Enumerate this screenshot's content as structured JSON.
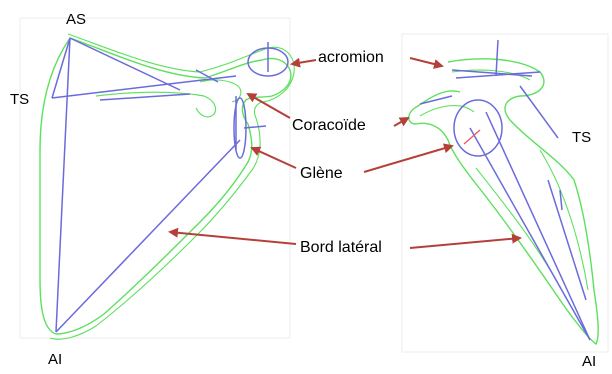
{
  "labels": {
    "left_top": "AS",
    "left_side": "TS",
    "left_bottom": "AI",
    "right_side": "TS",
    "right_bottom": "AI",
    "acromion": "acromion",
    "coracoide": "Coracoïde",
    "glene": "Glène",
    "bord_lateral": "Bord latéral"
  },
  "colors": {
    "outline": "#5de05d",
    "axis": "#6b6bdb",
    "arrow": "#b5403a",
    "accent_red": "#e06060",
    "frame": "#eeeeee"
  }
}
